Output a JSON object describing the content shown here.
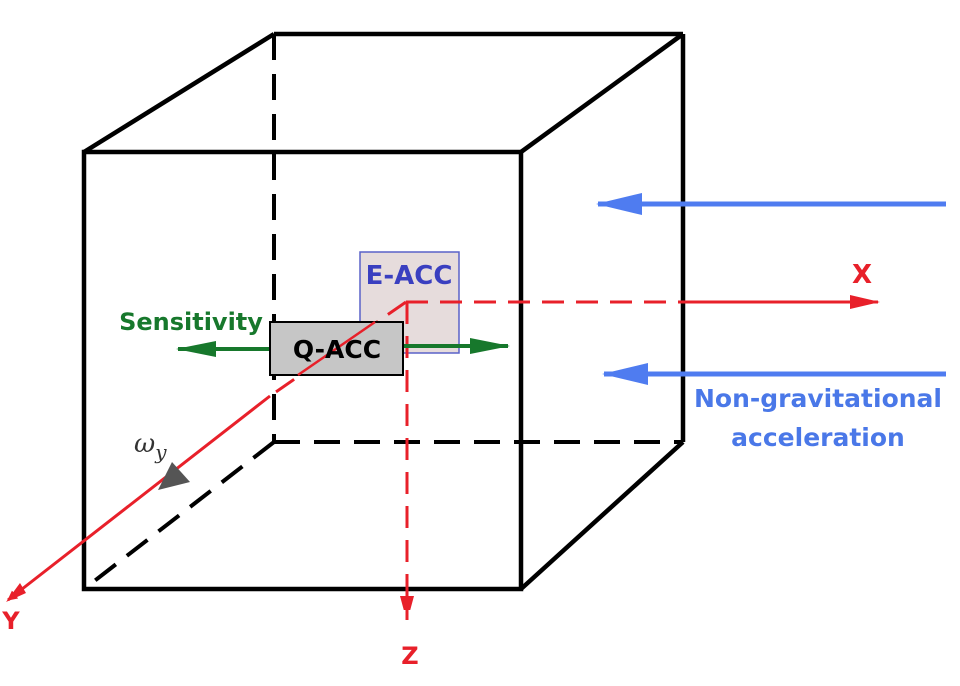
{
  "labels": {
    "e_acc": "E-ACC",
    "q_acc": "Q-ACC",
    "sensitivity": "Sensitivity",
    "axis_x": "X",
    "axis_y": "Y",
    "axis_z": "Z",
    "omega_symbol": "ω",
    "omega_subscript": "y",
    "non_grav_line1": "Non-gravitational",
    "non_grav_line2": "acceleration"
  },
  "colors": {
    "cube": "#000000",
    "axis": "#e8202a",
    "sensitivity": "#17782c",
    "accel_arrow": "#4f7cf0",
    "accel_text": "#4a78e8",
    "e_acc_text": "#3a3fc0",
    "e_acc_fill": "#e6dcdc",
    "e_acc_border": "#5a62c8",
    "q_acc_fill": "#c6c6c6",
    "omega_arrow": "#555555"
  }
}
